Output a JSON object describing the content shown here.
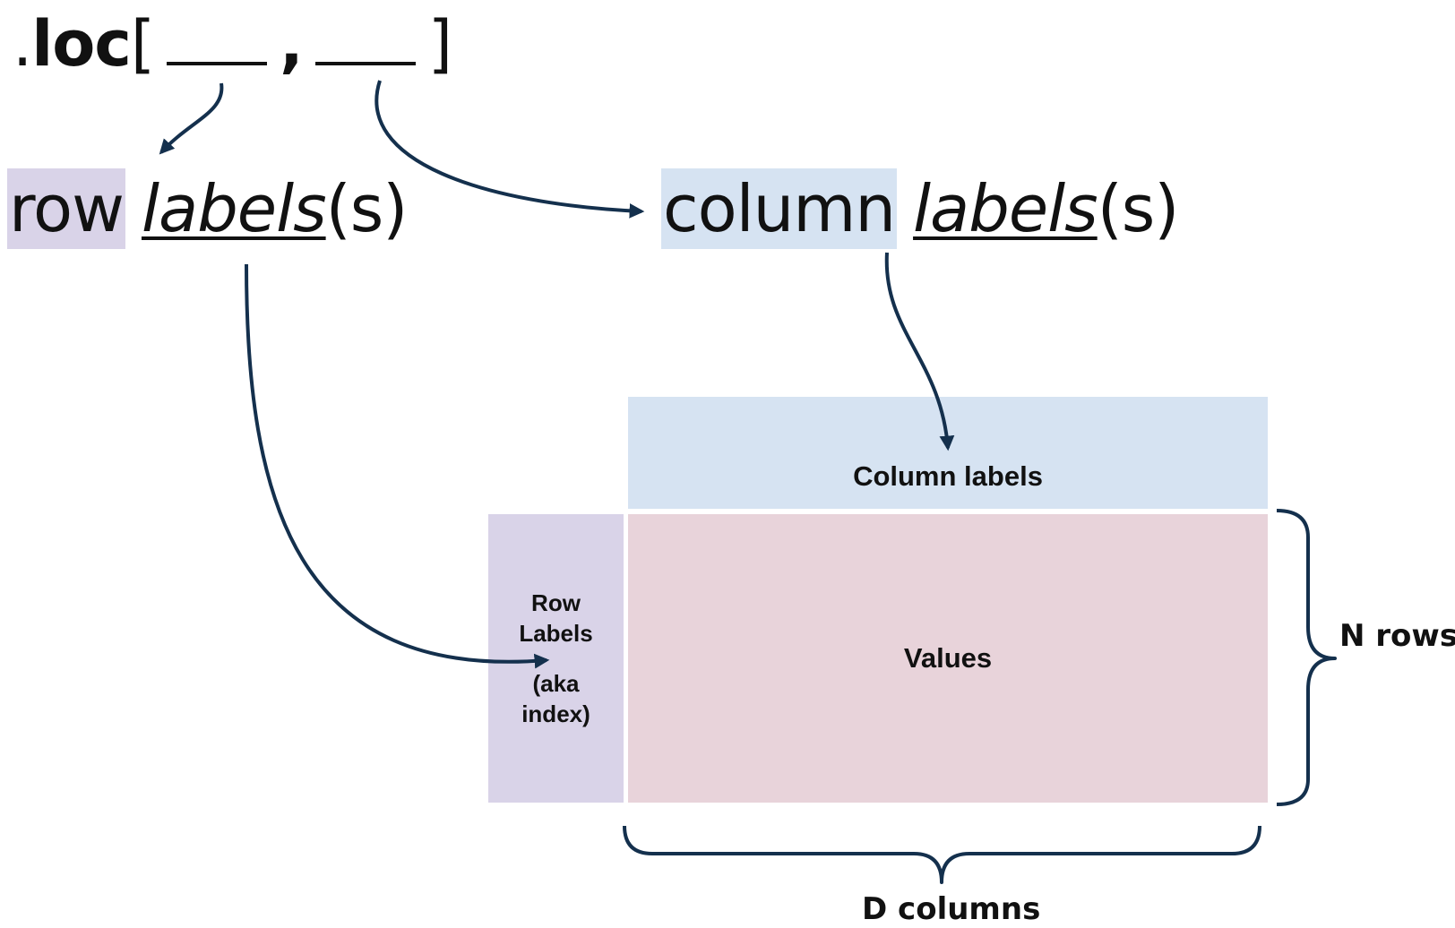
{
  "loc_expression": {
    "dot": ".",
    "keyword": "loc",
    "open_bracket": "[",
    "comma": ",",
    "close_bracket": "]"
  },
  "row_phrase": {
    "highlight": "row",
    "labels": "labels",
    "suffix": "(s)"
  },
  "column_phrase": {
    "highlight": "column",
    "labels": "labels",
    "suffix": "(s)"
  },
  "dataframe": {
    "column_labels": "Column labels",
    "row_labels_line1": "Row",
    "row_labels_line2": "Labels",
    "row_labels_line3": "(aka",
    "row_labels_line4": "index)",
    "values": "Values"
  },
  "braces": {
    "rows_label": "N rows",
    "columns_label": "D columns"
  },
  "colors": {
    "arrow": "#14304d",
    "row_highlight": "#d9d3e8",
    "column_highlight": "#d6e3f2",
    "values_fill": "#e8d3da"
  }
}
